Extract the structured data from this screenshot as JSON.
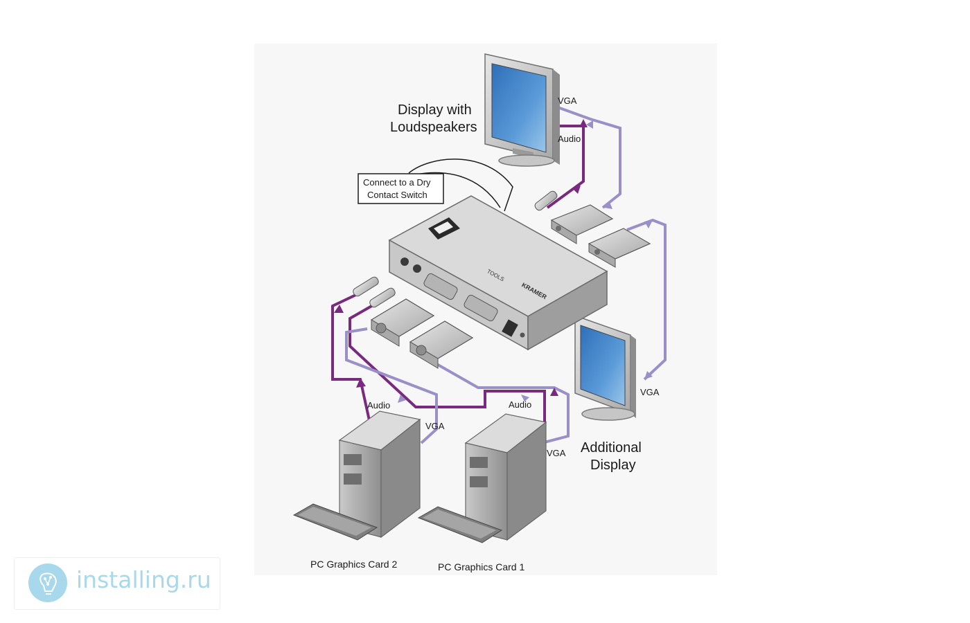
{
  "labels": {
    "display_line1": "Display with",
    "display_line2": "Loudspeakers",
    "vga_top": "VGA",
    "audio_top": "Audio",
    "dry_line1": "Connect to a Dry",
    "dry_line2": "Contact Switch",
    "vga_additional": "VGA",
    "additional_line1": "Additional",
    "additional_line2": "Display",
    "audio_pc2": "Audio",
    "vga_pc2": "VGA",
    "audio_pc1": "Audio",
    "vga_pc1": "VGA",
    "pc2": "PC Graphics Card 2",
    "pc1": "PC Graphics Card 1"
  },
  "device": {
    "brand": "KRAMER",
    "series": "TOOLS"
  },
  "watermark": {
    "text": "installing.ru",
    "logo": "circuit-bulb-logo"
  },
  "colors": {
    "audio_cable": "#7a2a7e",
    "vga_cable": "#9b8fc8",
    "watermark": "#a8d8ec",
    "screen": "#4f8fcf"
  }
}
